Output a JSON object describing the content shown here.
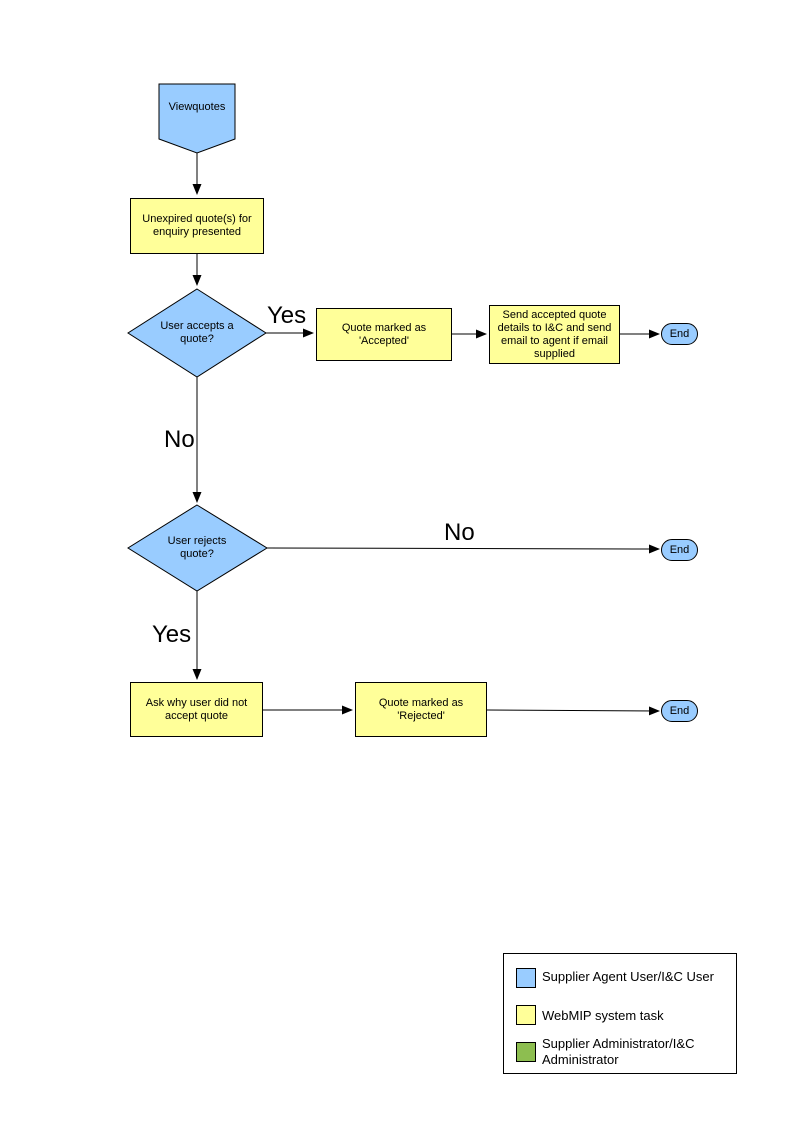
{
  "flowchart": {
    "start": {
      "label": "Viewquotes"
    },
    "processes": {
      "unexpired": {
        "label": "Unexpired quote(s) for enquiry presented"
      },
      "accepted": {
        "label": "Quote  marked as 'Accepted'"
      },
      "send_details": {
        "label": "Send accepted quote details to I&C and send email to agent if email supplied"
      },
      "ask_why": {
        "label": "Ask why user did not accept quote"
      },
      "rejected": {
        "label": "Quote  marked as 'Rejected'"
      }
    },
    "decisions": {
      "accepts": {
        "label": "User accepts a quote?"
      },
      "rejects": {
        "label": "User rejects quote?"
      }
    },
    "terminator": {
      "label": "End"
    },
    "edge_labels": {
      "accepts_yes": "Yes",
      "accepts_no": "No",
      "rejects_no": "No",
      "rejects_yes": "Yes"
    }
  },
  "legend": {
    "items": [
      {
        "label": "Supplier Agent User/I&C User",
        "color": "#99CCFF"
      },
      {
        "label": "WebMIP system task",
        "color": "#FFFF99"
      },
      {
        "label": "Supplier Administrator/I&C Administrator",
        "color": "#8DBE50"
      }
    ]
  },
  "colors": {
    "actor_shape": "#99CCFF",
    "system_task_shape": "#FFFF99",
    "admin_shape": "#8DBE50",
    "line": "#000000"
  }
}
